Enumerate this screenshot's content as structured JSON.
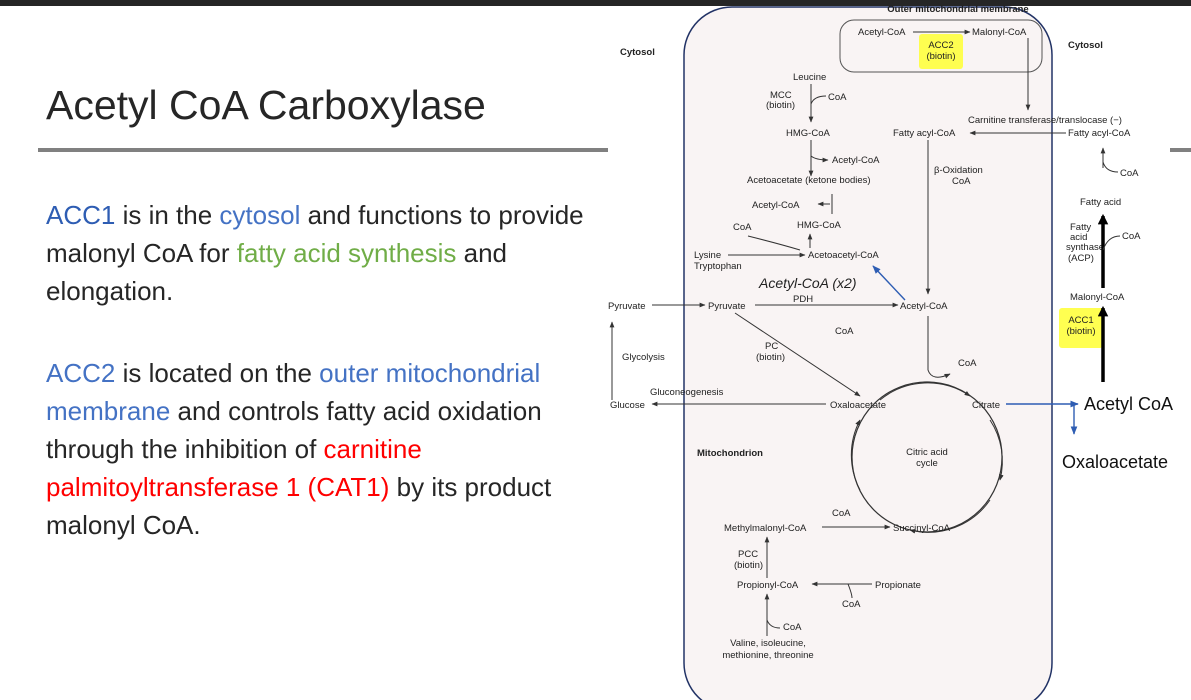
{
  "slide": {
    "title": "Acetyl CoA Carboxylase",
    "para1": {
      "acc1": "ACC1",
      "t1": " is in the ",
      "cytosol": "cytosol",
      "t2": " and functions to provide malonyl CoA for ",
      "fas": "fatty acid synthesis",
      "t3": " and elongation."
    },
    "para2": {
      "acc2": "ACC2",
      "t1": " is located on the ",
      "omm": "outer mitochondrial membrane",
      "t2": " and controls fatty acid oxidation through the inhibition of ",
      "cat1": "carnitine palmitoyltransferase 1 (CAT1)",
      "t3": " by its product malonyl CoA."
    }
  },
  "diagram": {
    "outer_membrane": "Outer mitochondrial membrane",
    "cytosol_left": "Cytosol",
    "cytosol_right": "Cytosol",
    "mitochondrion": "Mitochondrion",
    "acetyl_coa_top": "Acetyl-CoA",
    "malonyl_coa_top": "Malonyl-CoA",
    "acc2": "ACC2",
    "acc2_biotin": "(biotin)",
    "carnitine": "Carnitine transferase/translocase (−)",
    "fatty_acyl_coa_right": "Fatty acyl-CoA",
    "fatty_acyl_coa_mid": "Fatty acyl-CoA",
    "coa_r1": "CoA",
    "fatty_acid": "Fatty acid",
    "fatty_acid_synthase": [
      "Fatty",
      "acid",
      "synthase",
      "(ACP)"
    ],
    "coa_r2": "CoA",
    "malonyl_coa_right": "Malonyl-CoA",
    "acc1": "ACC1",
    "acc1_biotin": "(biotin)",
    "acetyl_coa_big": "Acetyl CoA",
    "oxaloacetate_big": "Oxaloacetate",
    "leucine": "Leucine",
    "mcc": "MCC",
    "mcc_biotin": "(biotin)",
    "coa_1": "CoA",
    "hmg_coa_1": "HMG-CoA",
    "acetyl_coa_2": "Acetyl-CoA",
    "acetoacetate": "Acetoacetate (ketone bodies)",
    "acetyl_coa_3": "Acetyl-CoA",
    "beta_oxidation": "β-Oxidation",
    "coa_beta": "CoA",
    "coa_2": "CoA",
    "hmg_coa_2": "HMG-CoA",
    "lysine": "Lysine",
    "tryptophan": "Tryptophan",
    "acetoacetyl_coa": "Acetoacetyl-CoA",
    "acetyl_coa_x2": "Acetyl-CoA (x2)",
    "pyruvate_out": "Pyruvate",
    "pyruvate_in": "Pyruvate",
    "pdh": "PDH",
    "acetyl_coa_main": "Acetyl-CoA",
    "coa_pdh": "CoA",
    "pc": "PC",
    "pc_biotin": "(biotin)",
    "glycolysis": "Glycolysis",
    "coa_cit": "CoA",
    "gluconeogenesis": "Gluconeogenesis",
    "glucose": "Glucose",
    "oxaloacetate": "Oxaloacetate",
    "citrate": "Citrate",
    "citric_cycle": [
      "Citric acid",
      "cycle"
    ],
    "coa_succ": "CoA",
    "methylmalonyl": "Methylmalonyl-CoA",
    "succinyl": "Succinyl-CoA",
    "pcc": "PCC",
    "pcc_biotin": "(biotin)",
    "propionyl": "Propionyl-CoA",
    "propionate": "Propionate",
    "coa_prop": "CoA",
    "coa_bottom": "CoA",
    "amino_acids": [
      "Valine, isoleucine,",
      "methionine, threonine"
    ]
  },
  "colors": {
    "text": "#262626",
    "blue": "#4472c4",
    "green": "#70ad47",
    "red": "#ff0000",
    "highlight": "#ffff33",
    "arrow_blue": "#2e5db3"
  }
}
